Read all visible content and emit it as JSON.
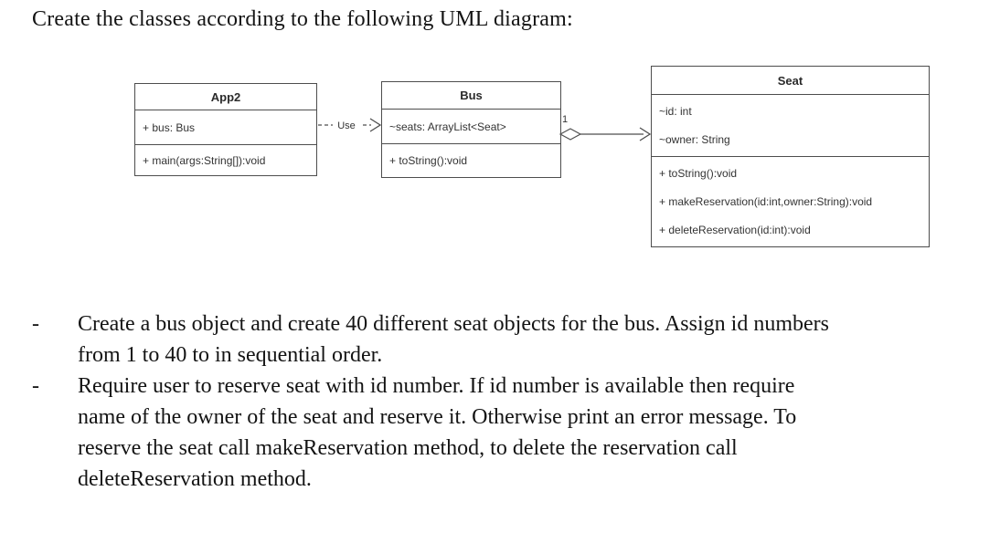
{
  "title": "Create the classes according to the following UML diagram:",
  "diagram": {
    "classes": [
      {
        "name": "App2",
        "attributes": [
          "+ bus: Bus"
        ],
        "methods": [
          "+ main(args:String[]):void"
        ]
      },
      {
        "name": "Bus",
        "attributes": [
          "~seats: ArrayList<Seat>"
        ],
        "methods": [
          "+ toString():void"
        ]
      },
      {
        "name": "Seat",
        "attributes": [
          "~id: int",
          "~owner: String"
        ],
        "methods": [
          "+ toString():void",
          "+ makeReservation(id:int,owner:String):void",
          "+ deleteReservation(id:int):void"
        ]
      }
    ],
    "connectors": {
      "dependency": {
        "label": "Use",
        "from": "App2",
        "to": "Bus",
        "style": "dashed-open-arrow"
      },
      "aggregation": {
        "multiplicity": "1",
        "from": "Bus",
        "to": "Seat",
        "style": "open-diamond-open-arrow"
      }
    },
    "colors": {
      "border": "#4d4d4d",
      "text": "#333333",
      "background": "#ffffff"
    }
  },
  "instructions": {
    "bullet": "-",
    "items": [
      {
        "lines": [
          "Create a bus object and create 40 different seat objects for the bus. Assign id numbers",
          "from 1 to 40 to in sequential order."
        ]
      },
      {
        "lines": [
          "Require user to reserve seat with id number. If id number is available then require",
          "name of the owner of the seat and reserve it. Otherwise print an error message. To",
          "reserve the seat call makeReservation method, to delete the reservation call",
          "deleteReservation method."
        ]
      }
    ]
  }
}
